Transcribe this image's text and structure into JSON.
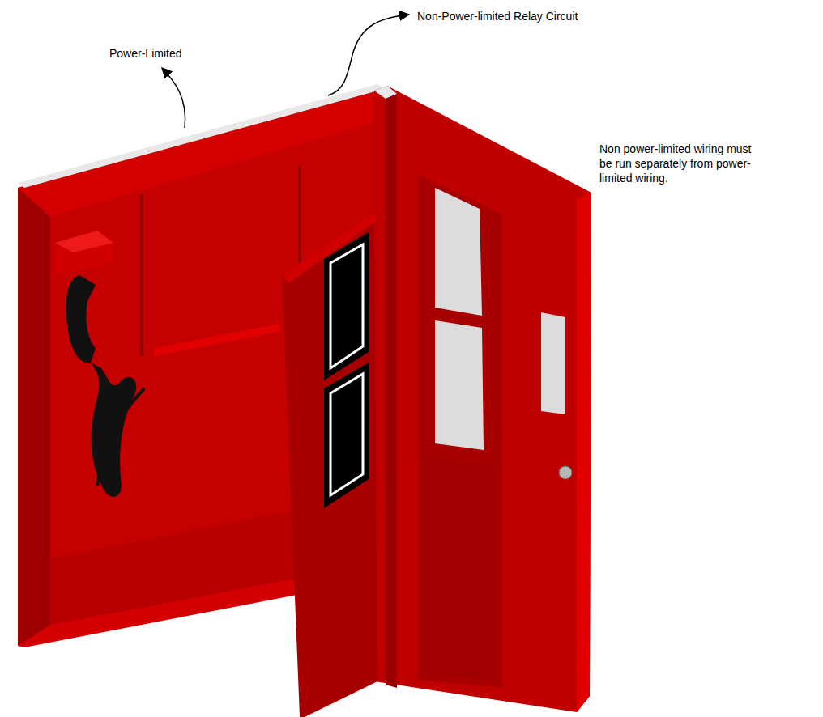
{
  "diagram": {
    "labels": [
      "Power-Limited",
      "Non-Power-limited Relay Circuit",
      "Non power-limited wiring must be run separately from power-limited wiring."
    ]
  }
}
